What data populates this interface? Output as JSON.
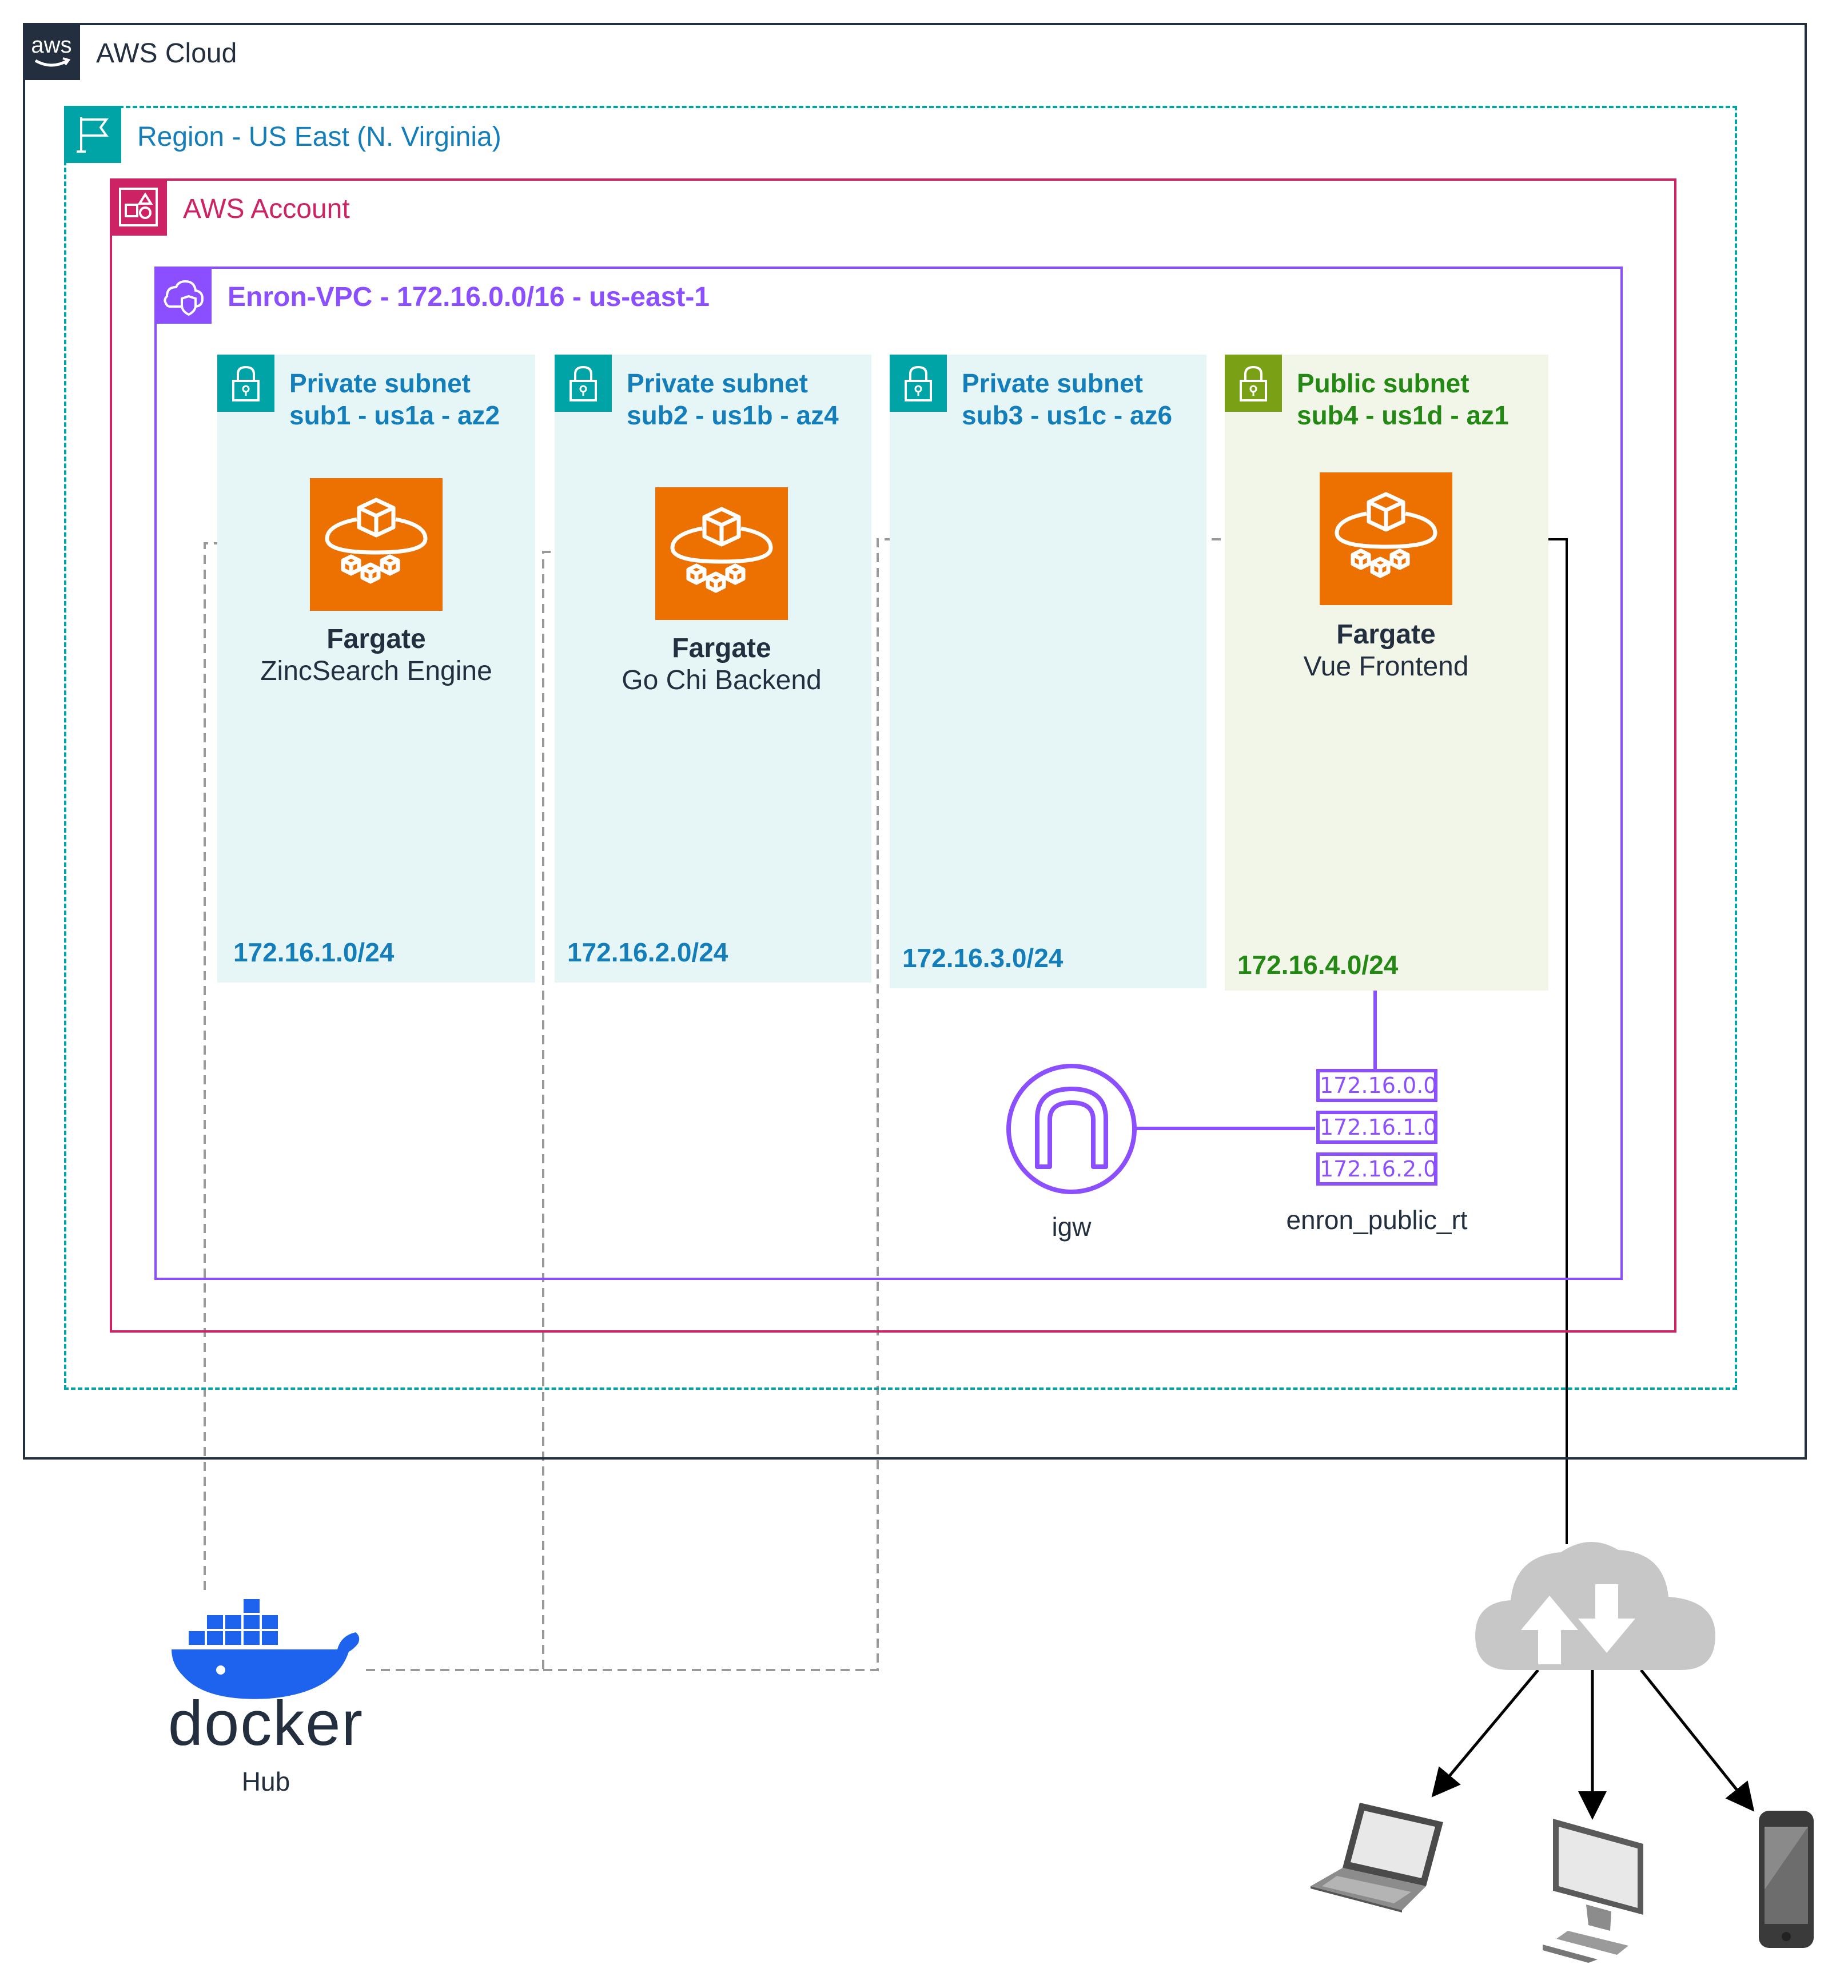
{
  "aws_cloud": {
    "logo_text": "aws",
    "label": "AWS Cloud"
  },
  "region": {
    "label": "Region - US East (N. Virginia)"
  },
  "account": {
    "label": "AWS Account"
  },
  "vpc": {
    "label": "Enron-VPC - 172.16.0.0/16 - us-east-1"
  },
  "subnets": [
    {
      "title": "Private subnet",
      "subtitle": "sub1 - us1a - az2",
      "cidr": "172.16.1.0/24",
      "service": "Fargate",
      "service_desc": "ZincSearch Engine"
    },
    {
      "title": "Private subnet",
      "subtitle": "sub2 - us1b - az4",
      "cidr": "172.16.2.0/24",
      "service": "Fargate",
      "service_desc": "Go Chi Backend"
    },
    {
      "title": "Private subnet",
      "subtitle": "sub3 - us1c - az6",
      "cidr": "172.16.3.0/24"
    },
    {
      "title": "Public subnet",
      "subtitle": "sub4 - us1d - az1",
      "cidr": "172.16.4.0/24",
      "service": "Fargate",
      "service_desc": "Vue Frontend"
    }
  ],
  "igw": {
    "label": "igw"
  },
  "route_table": {
    "label": "enron_public_rt",
    "routes": [
      "172.16.0.0",
      "172.16.1.0",
      "172.16.2.0"
    ]
  },
  "docker": {
    "wordmark": "docker",
    "label": "Hub"
  },
  "colors": {
    "aws_dark": "#232f3e",
    "region_teal": "#00a4a6",
    "account_pink": "#cd2264",
    "vpc_purple": "#8c4fff",
    "private_blue": "#147eba",
    "private_bg": "#e6f6f7",
    "public_green": "#248814",
    "public_bg": "#f2f6e8",
    "fargate_orange": "#ed7100",
    "docker_blue": "#1d63ed"
  },
  "icons": [
    "aws-logo-icon",
    "region-flag-icon",
    "account-icon",
    "vpc-cloud-icon",
    "lock-icon",
    "fargate-icon",
    "internet-gateway-icon",
    "docker-whale-icon",
    "cloud-transfer-icon",
    "laptop-icon",
    "desktop-icon",
    "mobile-phone-icon"
  ]
}
